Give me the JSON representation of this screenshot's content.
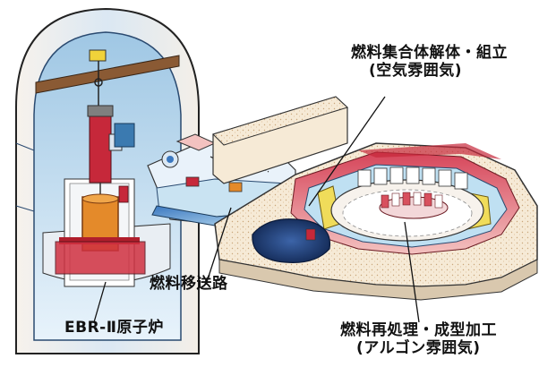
{
  "labels": {
    "assembly_line1": "燃料集合体解体・組立",
    "assembly_line2": "(空気雰囲気)",
    "transfer": "燃料移送路",
    "reactor": "EBR-Ⅱ原子炉",
    "reprocess_line1": "燃料再処理・成型加工",
    "reprocess_line2": "(アルゴン雰囲気)"
  },
  "colors": {
    "wall_cream": "#f6ead6",
    "wall_shadow": "#d9c8ae",
    "interior_blue": "#bfe0f2",
    "pool_dark": "#1c3a73",
    "reactor_red": "#c6283a",
    "vessel_orange": "#e48a2a",
    "cell_yellow": "#f0dc5a",
    "crane_brown": "#7a4a2a"
  },
  "icons": {
    "reactor_vessel": "reactor-vessel-icon",
    "crane": "overhead-crane-icon",
    "transfer_cart": "transfer-cart-icon"
  }
}
